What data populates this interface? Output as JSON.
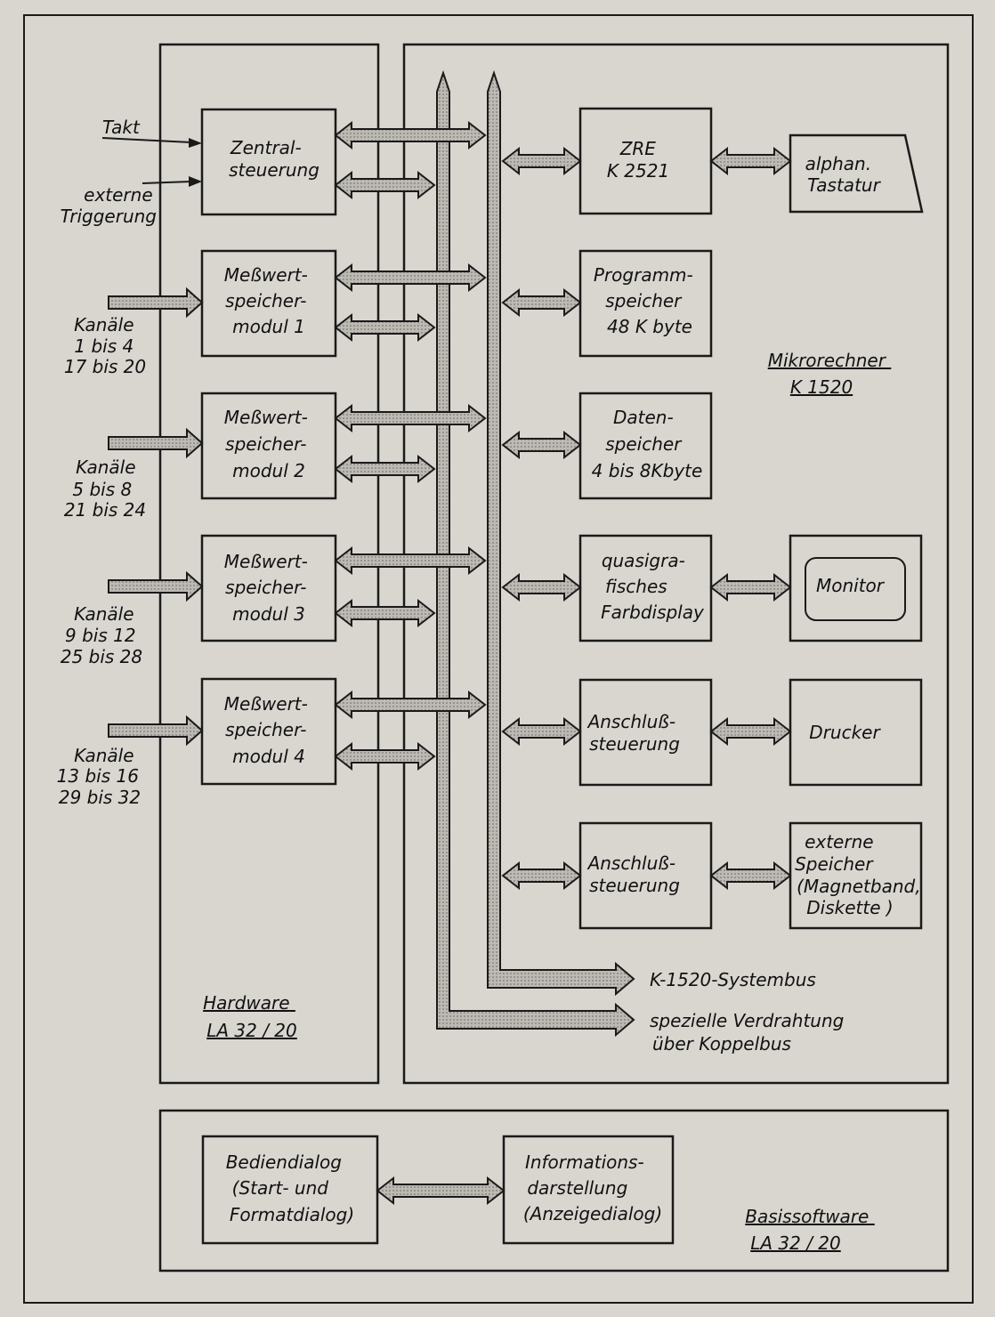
{
  "inputs": {
    "takt": "Takt",
    "trigger": [
      "externe",
      "Triggerung"
    ]
  },
  "hardware": {
    "blocks": [
      [
        "Zentral-",
        "steuerung"
      ],
      [
        "Meßwert-",
        "speicher-",
        "modul 1"
      ],
      [
        "Meßwert-",
        "speicher-",
        "modul 2"
      ],
      [
        "Meßwert-",
        "speicher-",
        "modul 3"
      ],
      [
        "Meßwert-",
        "speicher-",
        "modul 4"
      ]
    ],
    "channels": [
      [
        "Kanäle",
        "1 bis 4",
        "17 bis 20"
      ],
      [
        "Kanäle",
        "5 bis 8",
        "21 bis 24"
      ],
      [
        "Kanäle",
        "9 bis 12",
        "25 bis 28"
      ],
      [
        "Kanäle",
        "13 bis 16",
        "29 bis 32"
      ]
    ],
    "label": [
      "Hardware",
      "LA 32 / 20"
    ]
  },
  "microcomputer": {
    "blocks": [
      [
        "ZRE",
        "K 2521"
      ],
      [
        "Programm-",
        "speicher",
        "48 K byte"
      ],
      [
        "Daten-",
        "speicher",
        "4 bis 8Kbyte"
      ],
      [
        "quasigra-",
        "fisches",
        "Farbdisplay"
      ],
      [
        "Anschluß-",
        "steuerung"
      ],
      [
        "Anschluß-",
        "steuerung"
      ]
    ],
    "peripherals": {
      "keyboard": [
        "alphan.",
        "Tastatur"
      ],
      "monitor": "Monitor",
      "printer": "Drucker",
      "storage": [
        "externe",
        "Speicher",
        "(Magnetband,",
        "Diskette )"
      ]
    },
    "label": [
      "Mikrorechner",
      "K 1520"
    ],
    "systembus": "K-1520-Systembus",
    "koppelbus": [
      "spezielle Verdrahtung",
      "über Koppelbus"
    ]
  },
  "software": {
    "blocks": [
      [
        "Bediendialog",
        "(Start- und",
        "Formatdialog)"
      ],
      [
        "Informations-",
        "darstellung",
        "(Anzeigedialog)"
      ]
    ],
    "label": [
      "Basissoftware",
      "LA 32 / 20"
    ]
  },
  "colors": {
    "ink": "#1a1a1a",
    "arrow_fill": "#a9a6a1",
    "paper": "#d9d6d0"
  }
}
